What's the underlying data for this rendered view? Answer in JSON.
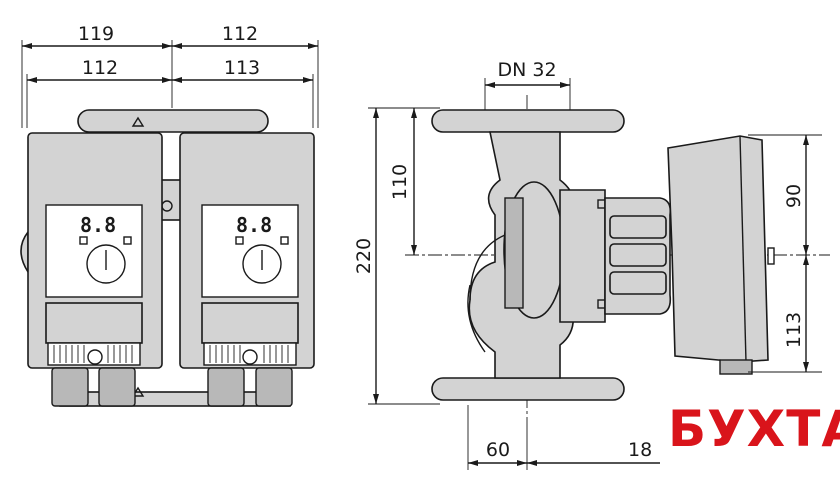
{
  "dimensions": {
    "front_top_left": "119",
    "front_top_right": "112",
    "front_second_left": "112",
    "front_second_right": "113",
    "side_flange": "DN 32",
    "side_height_upper": "110",
    "side_height_total": "220",
    "side_motor_upper": "90",
    "side_motor_lower": "113",
    "side_bottom_left": "60",
    "side_bottom_right": "18"
  },
  "display_readout": "8.8",
  "watermark": "БУХТА",
  "colors": {
    "watermark": "#d9141b",
    "lines": "#1a1a1a",
    "body": "#d3d3d3"
  }
}
